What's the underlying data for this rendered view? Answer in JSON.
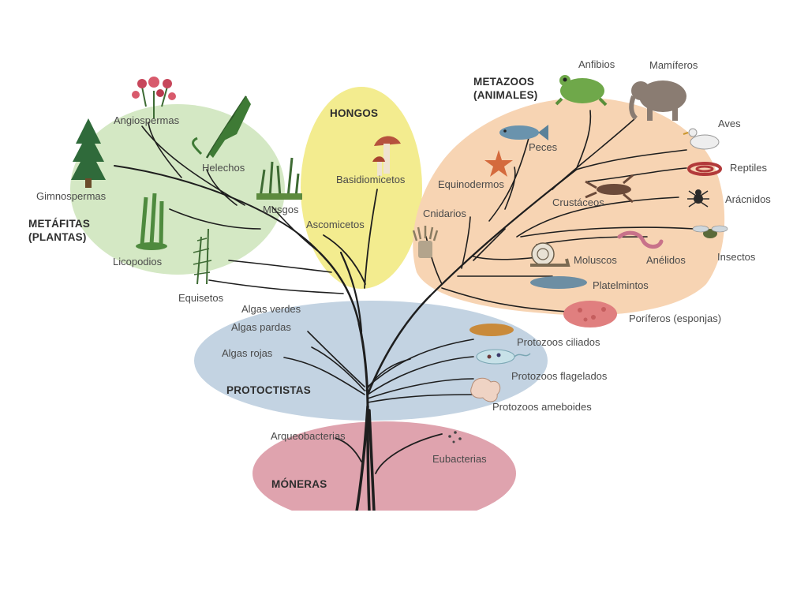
{
  "groups": {
    "metafitas": {
      "line1": "METÁFITAS",
      "line2": "(PLANTAS)"
    },
    "hongos": "HONGOS",
    "metazoos": {
      "line1": "METAZOOS",
      "line2": "(ANIMALES)"
    },
    "protoctistas": "PROTOCTISTAS",
    "moneras": "MÓNERAS"
  },
  "labels": {
    "angiospermas": "Angiospermas",
    "helechos": "Helechos",
    "gimnospermas": "Gimnospermas",
    "musgos": "Musgos",
    "licopodios": "Licopodios",
    "equisetos": "Equisetos",
    "basidiomicetos": "Basidiomicetos",
    "ascomicetos": "Ascomicetos",
    "anfibios": "Anfibios",
    "mamiferos": "Mamíferos",
    "aves": "Aves",
    "peces": "Peces",
    "reptiles": "Reptiles",
    "equinodermos": "Equinodermos",
    "cnidarios": "Cnidarios",
    "crustaceos": "Crustáceos",
    "aracnidos": "Arácnidos",
    "insectos": "Insectos",
    "moluscos": "Moluscos",
    "anelidos": "Anélidos",
    "platelmintos": "Platelmintos",
    "poriferos": "Poríferos (esponjas)",
    "algas_verdes": "Algas verdes",
    "algas_pardas": "Algas pardas",
    "algas_rojas": "Algas rojas",
    "protozoos_ciliados": "Protozoos ciliados",
    "protozoos_flagelados": "Protozoos flagelados",
    "protozoos_ameboides": "Protozoos ameboides",
    "arqueobacterias": "Arqueobacterias",
    "eubacterias": "Eubacterias"
  },
  "colors": {
    "plantas": "#d4e8c4",
    "hongos": "#f3ec8f",
    "animales": "#f7d4b3",
    "protoctistas": "#c3d3e2",
    "moneras": "#dfa3ae",
    "branches": "#1e1e1e"
  }
}
